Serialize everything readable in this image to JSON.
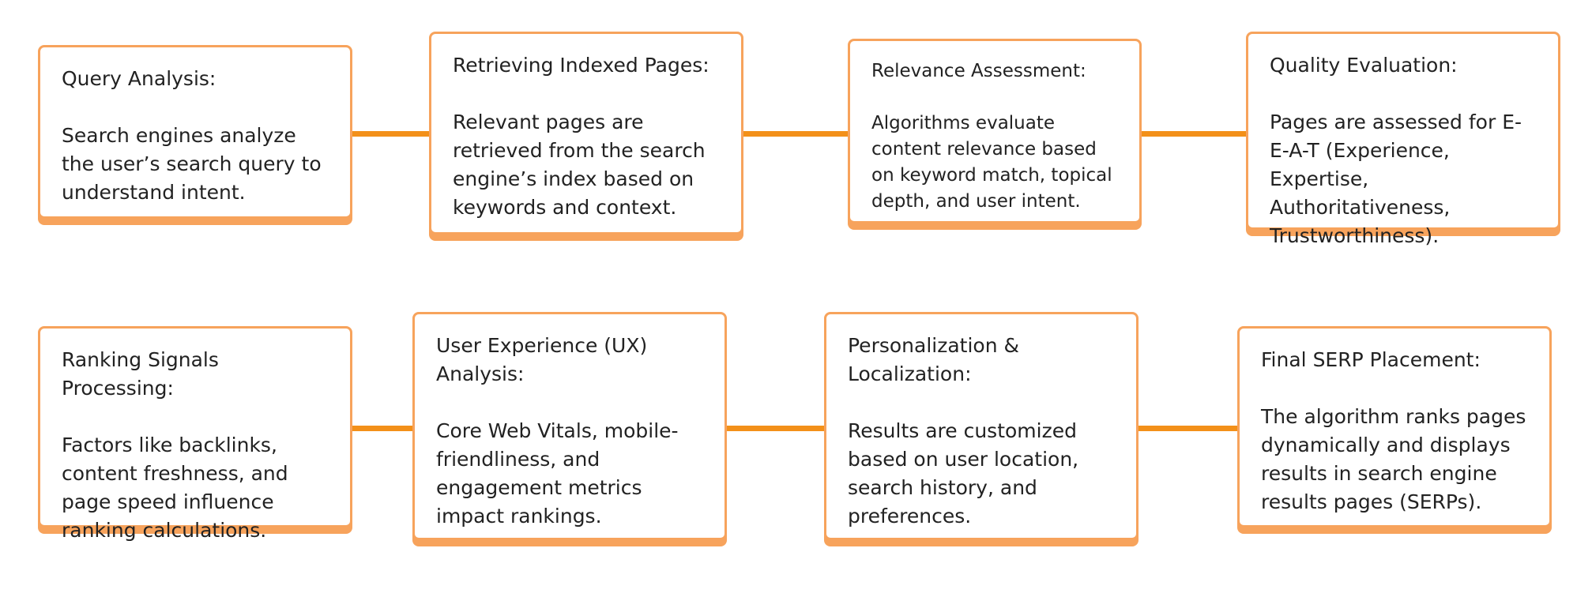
{
  "colors": {
    "accent": "#f39019",
    "border": "#f7a35c",
    "text": "#222222",
    "background": "#ffffff"
  },
  "steps": [
    {
      "title": "Query Analysis:",
      "body": "Search engines analyze the user’s search query to understand intent."
    },
    {
      "title": "Retrieving Indexed Pages:",
      "body": "Relevant pages are retrieved from the search engine’s index based on keywords and context."
    },
    {
      "title": "Relevance Assessment:",
      "body": "Algorithms evaluate content relevance based on keyword match, topical depth, and user intent."
    },
    {
      "title": "Quality Evaluation:",
      "body": "Pages are assessed for E-E-A-T (Experience, Expertise, Authoritativeness, Trustworthiness)."
    },
    {
      "title": "Ranking Signals Processing:",
      "body": "Factors like backlinks, content freshness, and page speed influence ranking calculations."
    },
    {
      "title": "User Experience (UX) Analysis:",
      "body": "Core Web Vitals, mobile-friendliness, and engagement metrics impact rankings."
    },
    {
      "title": "Personalization & Localization:",
      "body": "Results are customized based on user location, search history, and preferences."
    },
    {
      "title": "Final SERP Placement:",
      "body": "The algorithm ranks pages dynamically and displays results in search engine results pages (SERPs)."
    }
  ]
}
